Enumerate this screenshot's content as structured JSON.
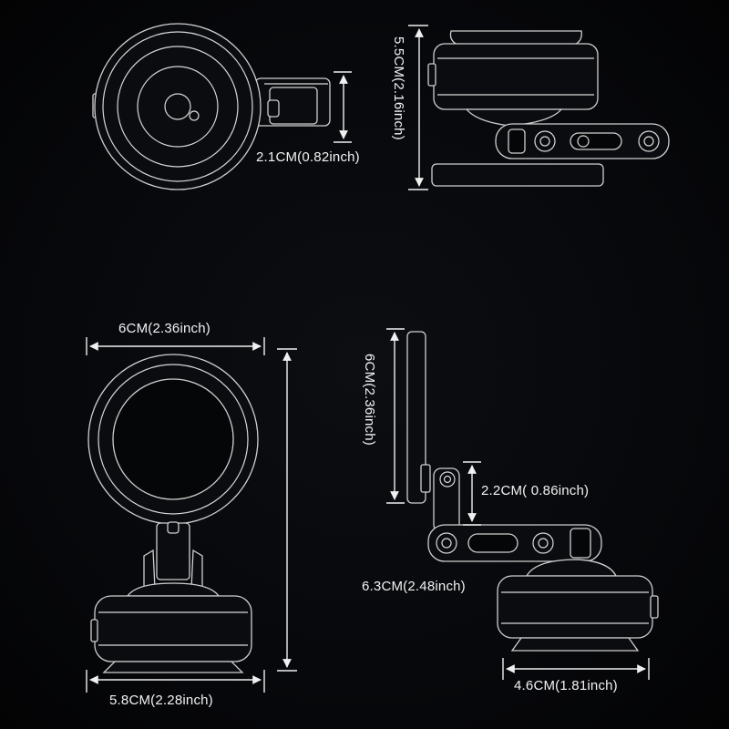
{
  "dimensions": {
    "top_left_height": "2.1CM(0.82inch)",
    "top_right_height": "5.5CM(2.16inch)",
    "bottom_left_width_top": "6CM(2.36inch)",
    "bottom_left_width_bottom": "5.8CM(2.28inch)",
    "bottom_right_height": "6CM(2.36inch)",
    "bottom_right_arm": "2.2CM( 0.86inch)",
    "bottom_right_length": "6.3CM(2.48inch)",
    "bottom_right_base": "4.6CM(1.81inch)"
  }
}
